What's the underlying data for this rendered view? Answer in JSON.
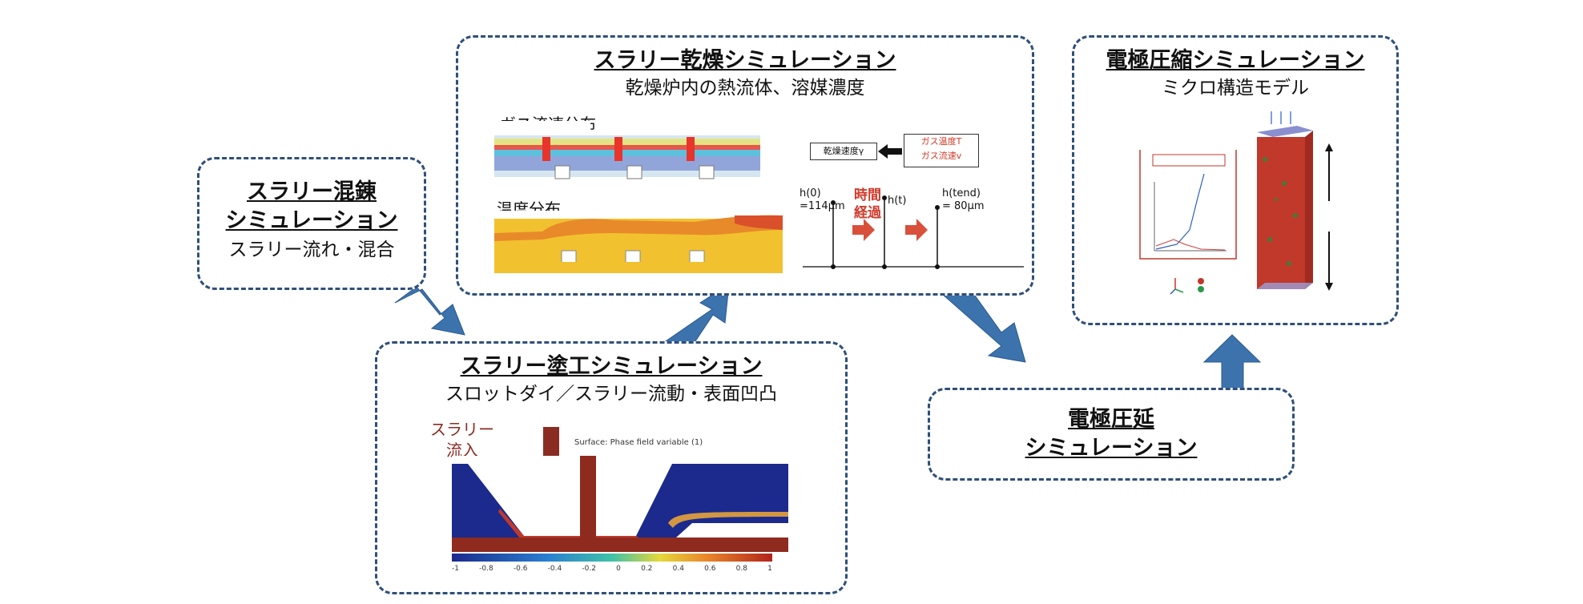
{
  "mixing": {
    "title_line1": "スラリー混錬",
    "title_line2": "シミュレーション",
    "subtitle": "スラリー流れ・混合"
  },
  "drying": {
    "title": "スラリー乾燥シミュレーション",
    "subtitle": "乾燥炉内の熱流体、溶媒濃度",
    "gas_label": "ガス流速分布",
    "temp_label": "温度分布",
    "rate_label": "乾燥速度γ",
    "gas_box_line1": "ガス温度T",
    "gas_box_line2": "ガス流速v",
    "h0_line1": "h(0)",
    "h0_line2": "=114μm",
    "time_line1": "時間",
    "time_line2": "経過",
    "ht": "h(t)",
    "hend_line1": "h(tend)",
    "hend_line2": "= 80μm"
  },
  "coating": {
    "title": "スラリー塗工シミュレーション",
    "subtitle": "スロットダイ／スラリー流動・表面凹凸",
    "inflow_line1": "スラリー",
    "inflow_line2": "流入",
    "surface_caption": "Surface: Phase field variable (1)",
    "colorbar_ticks": [
      "-1",
      "-0.8",
      "-0.6",
      "-0.4",
      "-0.2",
      "0",
      "0.2",
      "0.4",
      "0.6",
      "0.8",
      "1"
    ]
  },
  "rolling": {
    "title_line1": "電極圧延",
    "title_line2": "シミュレーション"
  },
  "compression": {
    "title": "電極圧縮シミュレーション",
    "subtitle": "ミクロ構造モデル"
  },
  "colors": {
    "box_border": "#2f4f7a",
    "arrow_fill": "#3d73ad",
    "dark_red": "#8b2c22",
    "navy_field": "#1b2a8c"
  }
}
